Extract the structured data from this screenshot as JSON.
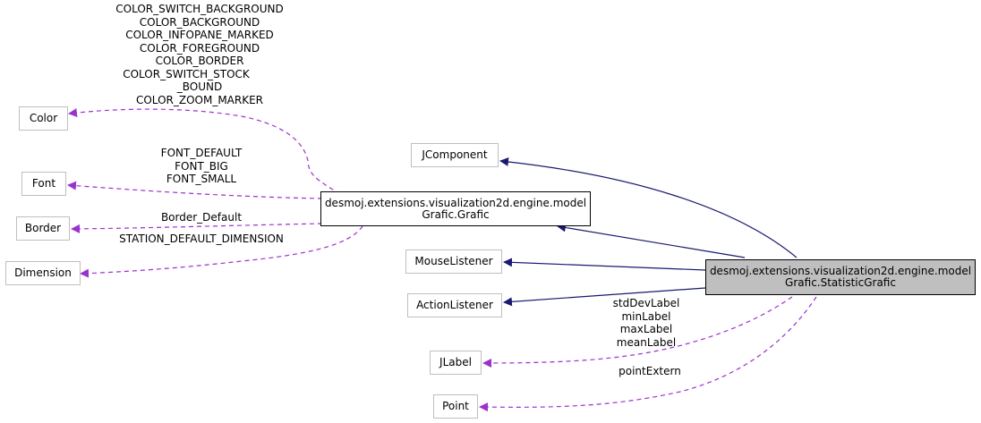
{
  "nodes": {
    "color": "Color",
    "font": "Font",
    "border": "Border",
    "dimension": "Dimension",
    "jcomponent": "JComponent",
    "mouselistener": "MouseListener",
    "actionlistener": "ActionListener",
    "jlabel": "JLabel",
    "point": "Point",
    "grafic": {
      "line1": "desmoj.extensions.visualization2d.engine.model",
      "line2": "Grafic.Grafic"
    },
    "statistic_grafic": {
      "line1": "desmoj.extensions.visualization2d.engine.model",
      "line2": "Grafic.StatisticGrafic"
    }
  },
  "edge_labels": {
    "color": [
      "COLOR_SWITCH_BACKGROUND",
      "COLOR_BACKGROUND",
      "COLOR_INFOPANE_MARKED",
      "COLOR_FOREGROUND",
      "COLOR_BORDER",
      "COLOR_SWITCH_STOCK",
      "_BOUND",
      "COLOR_ZOOM_MARKER"
    ],
    "font": [
      "FONT_DEFAULT",
      "FONT_BIG",
      "FONT_SMALL"
    ],
    "border": [
      "Border_Default"
    ],
    "dimension": [
      "STATION_DEFAULT_DIMENSION"
    ],
    "jlabel": [
      "stdDevLabel",
      "minLabel",
      "maxLabel",
      "meanLabel"
    ],
    "point": [
      "pointExtern"
    ]
  },
  "colors": {
    "inheritance_edge": "#191970",
    "usage_edge": "#9a32cd",
    "node_border": "#bfbfbf",
    "focus_fill": "#bfbfbf"
  }
}
